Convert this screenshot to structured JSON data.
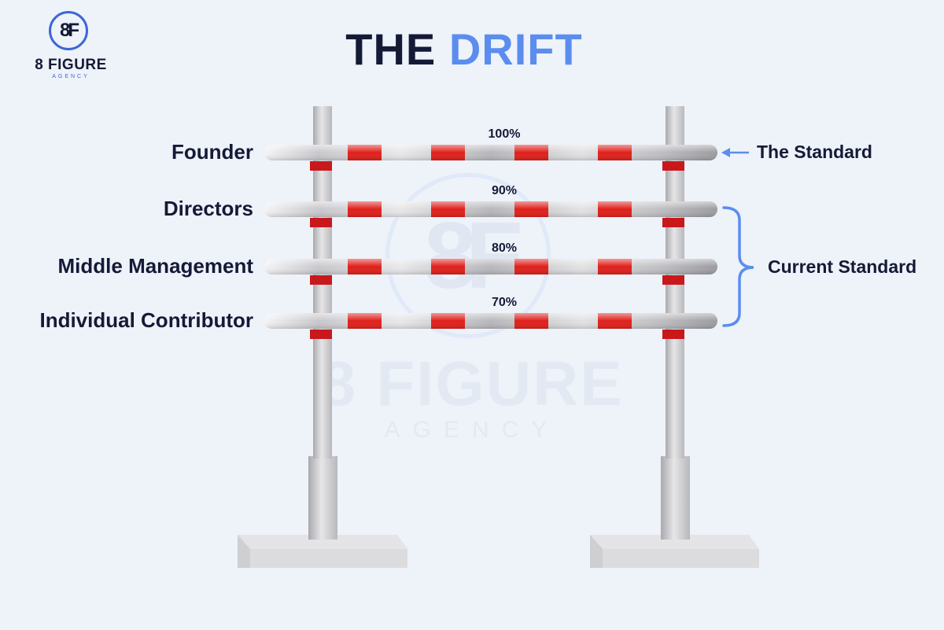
{
  "header": {
    "title_main": "THE",
    "title_accent": "DRIFT"
  },
  "logo": {
    "mark": "8F",
    "name": "8 FIGURE",
    "sub": "AGENCY"
  },
  "levels": [
    {
      "label": "Founder",
      "percent": "100%"
    },
    {
      "label": "Directors",
      "percent": "90%"
    },
    {
      "label": "Middle Management",
      "percent": "80%"
    },
    {
      "label": "Individual Contributor",
      "percent": "70%"
    }
  ],
  "annotations": {
    "top": "The Standard",
    "group": "Current Standard"
  },
  "colors": {
    "background": "#eef2f9",
    "navy": "#141a36",
    "accent_blue": "#5b8def",
    "stripe_red": "#e0201b",
    "post_gray": "#c9c9cc"
  }
}
